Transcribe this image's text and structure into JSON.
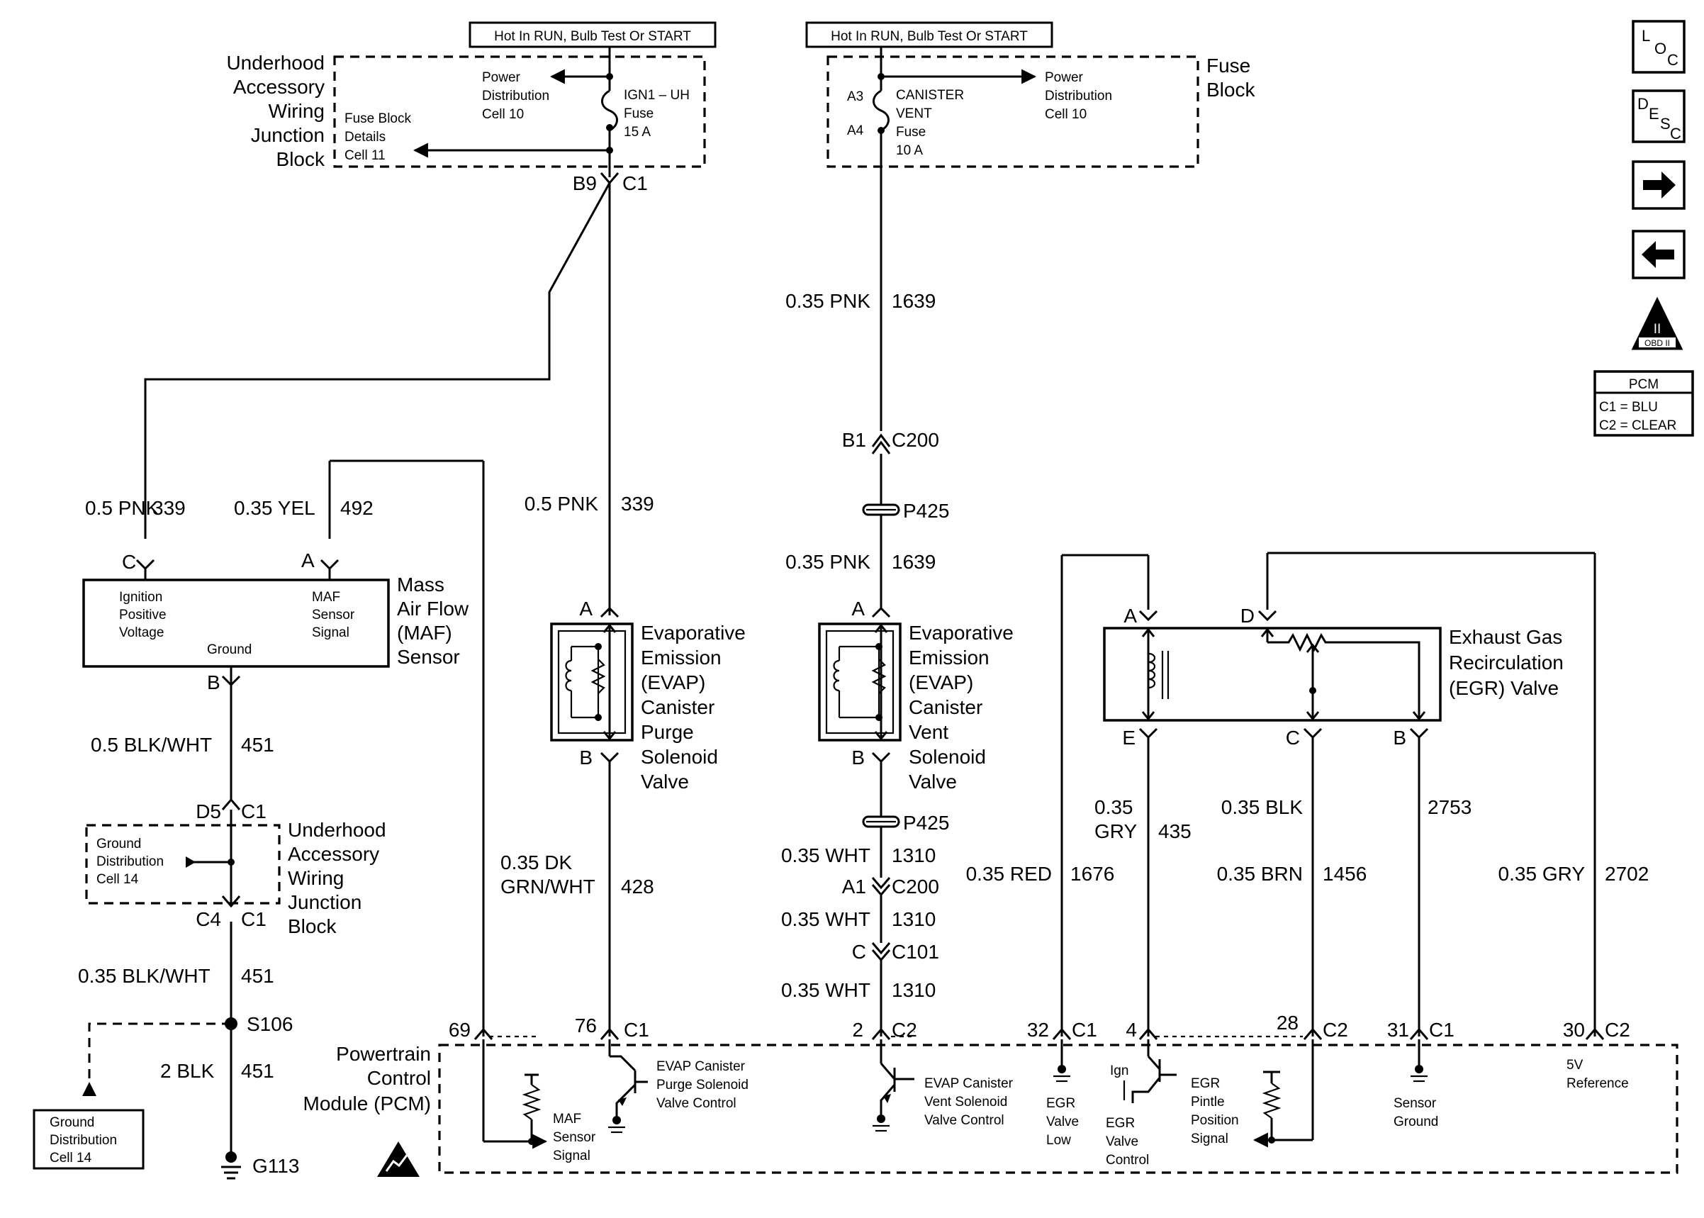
{
  "hot_run_left": "Hot In RUN, Bulb Test Or START",
  "hot_run_right": "Hot In RUN, Bulb Test Or START",
  "uh_block_top": [
    "Underhood",
    "Accessory",
    "Wiring",
    "Junction",
    "Block"
  ],
  "uh_block_mid": [
    "Underhood",
    "Accessory",
    "Wiring",
    "Junction",
    "Block"
  ],
  "power_dist_left": [
    "Power",
    "Distribution",
    "Cell 10"
  ],
  "fuse_block_details": [
    "Fuse Block",
    "Details",
    "Cell 11"
  ],
  "ign_fuse": [
    "IGN1 – UH",
    "Fuse",
    "15 A"
  ],
  "canister_fuse": [
    "CANISTER",
    "VENT",
    "Fuse",
    "10 A"
  ],
  "power_dist_right": [
    "Power",
    "Distribution",
    "Cell 10"
  ],
  "fuse_block_label": [
    "Fuse",
    "Block"
  ],
  "pins": {
    "b9": "B9",
    "c1_top": "C1",
    "a3": "A3",
    "a4": "A4",
    "b1": "B1",
    "c200a": "C200",
    "p425a": "P425",
    "p425b": "P425",
    "a1": "A1",
    "c200b": "C200",
    "c_pin": "C",
    "c101": "C101",
    "d5": "D5",
    "c1_mid": "C1",
    "c4": "C4",
    "c1_low": "C1",
    "maf_c": "C",
    "maf_a": "A",
    "maf_b": "B",
    "purge_a": "A",
    "purge_b": "B",
    "vent_a": "A",
    "vent_b": "B",
    "egr_a": "A",
    "egr_d": "D",
    "egr_e": "E",
    "egr_c": "C",
    "egr_b": "B",
    "s106": "S106",
    "g113": "G113"
  },
  "wires": {
    "w1639a": [
      "0.35 PNK",
      "1639"
    ],
    "w339a": [
      "0.5 PNK",
      "339"
    ],
    "w492": [
      "0.35 YEL",
      "492"
    ],
    "w339b": [
      "0.5 PNK",
      "339"
    ],
    "w1639b": [
      "0.35 PNK",
      "1639"
    ],
    "w451a": [
      "0.5 BLK/WHT",
      "451"
    ],
    "w1310a": [
      "0.35 WHT",
      "1310"
    ],
    "w1310b": [
      "0.35 WHT",
      "1310"
    ],
    "w1310c": [
      "0.35 WHT",
      "1310"
    ],
    "w428": [
      "0.35 DK",
      "GRN/WHT",
      "428"
    ],
    "w1676": [
      "0.35 RED",
      "1676"
    ],
    "w435": [
      "0.35",
      "GRY",
      "435"
    ],
    "w1456": [
      "0.35 BRN",
      "1456"
    ],
    "w2753": [
      "0.35 BLK",
      "2753"
    ],
    "w2702": [
      "0.35 GRY",
      "2702"
    ],
    "w451b": [
      "0.35 BLK/WHT",
      "451"
    ],
    "w451c": [
      "2 BLK",
      "451"
    ]
  },
  "maf": {
    "name": [
      "Mass",
      "Air Flow",
      "(MAF)",
      "Sensor"
    ],
    "ign": [
      "Ignition",
      "Positive",
      "Voltage"
    ],
    "sig": [
      "MAF",
      "Sensor",
      "Signal"
    ],
    "ground": "Ground"
  },
  "purge": [
    "Evaporative",
    "Emission",
    "(EVAP)",
    "Canister",
    "Purge",
    "Solenoid",
    "Valve"
  ],
  "vent": [
    "Evaporative",
    "Emission",
    "(EVAP)",
    "Canister",
    "Vent",
    "Solenoid",
    "Valve"
  ],
  "egr_valve": [
    "Exhaust Gas",
    "Recirculation",
    "(EGR) Valve"
  ],
  "ground_dist_mid": [
    "Ground",
    "Distribution",
    "Cell 14"
  ],
  "ground_dist_low": [
    "Ground",
    "Distribution",
    "Cell 14"
  ],
  "pcm": {
    "name": [
      "Powertrain",
      "Control",
      "Module (PCM)"
    ],
    "pins": {
      "p69": "69",
      "p76": "76",
      "p76c": "C1",
      "p2": "2",
      "p2c": "C2",
      "p32": "32",
      "p32c": "C1",
      "p4": "4",
      "p28": "28",
      "p28c": "C2",
      "p31": "31",
      "p31c": "C1",
      "p30": "30",
      "p30c": "C2"
    },
    "maf_sig": [
      "MAF",
      "Sensor",
      "Signal"
    ],
    "purge_ctrl": [
      "EVAP Canister",
      "Purge Solenoid",
      "Valve  Control"
    ],
    "vent_ctrl": [
      "EVAP Canister",
      "Vent Solenoid",
      "Valve Control"
    ],
    "egr_low": [
      "EGR",
      "Valve",
      "Low"
    ],
    "ign": "Ign",
    "egr_ctrl": [
      "EGR",
      "Valve",
      "Control"
    ],
    "egr_pintle": [
      "EGR",
      "Pintle",
      "Position",
      "Signal"
    ],
    "sensor_ground": [
      "Sensor",
      "Ground"
    ],
    "ref": [
      "5V",
      "Reference"
    ]
  },
  "side": {
    "loc": [
      "L",
      "O",
      "C"
    ],
    "desc": [
      "D",
      "E",
      "S",
      "C"
    ],
    "obd_roman": "II",
    "obd_label": "OBD II",
    "next_icon": "arrow-right-icon",
    "prev_icon": "arrow-left-icon"
  },
  "pcm_legend": {
    "title": "PCM",
    "c1": "C1 = BLU",
    "c2": "C2 = CLEAR"
  }
}
